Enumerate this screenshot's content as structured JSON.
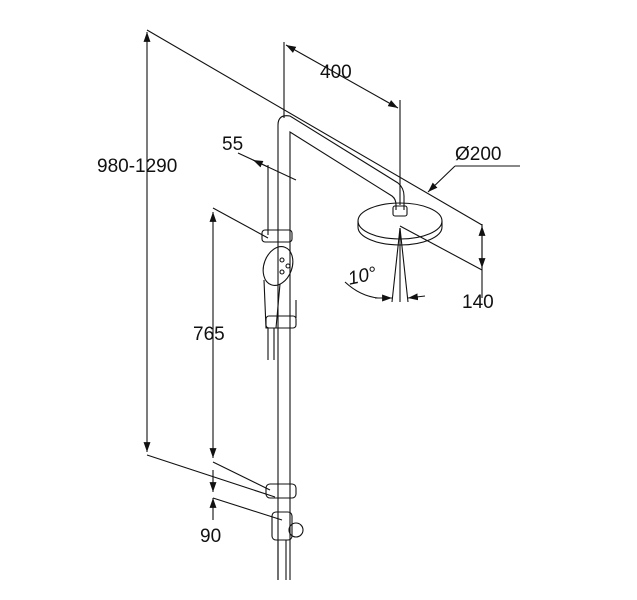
{
  "dimensions": {
    "arm_length": "400",
    "head_diameter": "Ø200",
    "wall_distance": "55",
    "total_height": "980-1290",
    "head_drop": "140",
    "spray_angle": "10°",
    "slider_height": "765",
    "bottom_offset": "90"
  },
  "colors": {
    "line": "#111111",
    "background": "#ffffff"
  }
}
